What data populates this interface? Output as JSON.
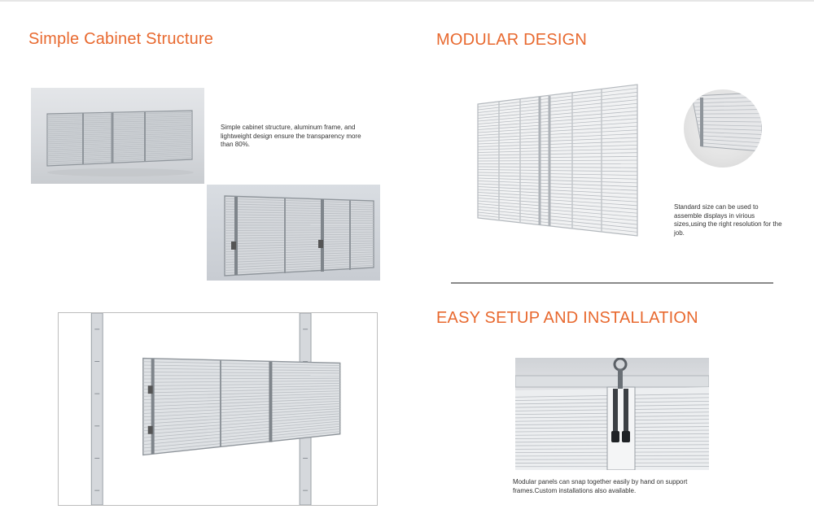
{
  "sections": {
    "cabinet": {
      "title": "Simple Cabinet Structure",
      "caption": "Simple cabinet structure, aluminum frame, and lightweight design ensure the transparency more than 80%."
    },
    "modular": {
      "title": "MODULAR DESIGN",
      "caption": "Standard size can be used to assemble displays in virious sizes,using the right resolution for the job."
    },
    "setup": {
      "title": "EASY SETUP AND INSTALLATION",
      "caption": "Modular panels can snap together easily by hand on support frames.Custom installations also available."
    }
  },
  "colors": {
    "heading": "#e8692f",
    "panel_frame": "#9aa0a6",
    "panel_louver": "#b9bdc2"
  }
}
